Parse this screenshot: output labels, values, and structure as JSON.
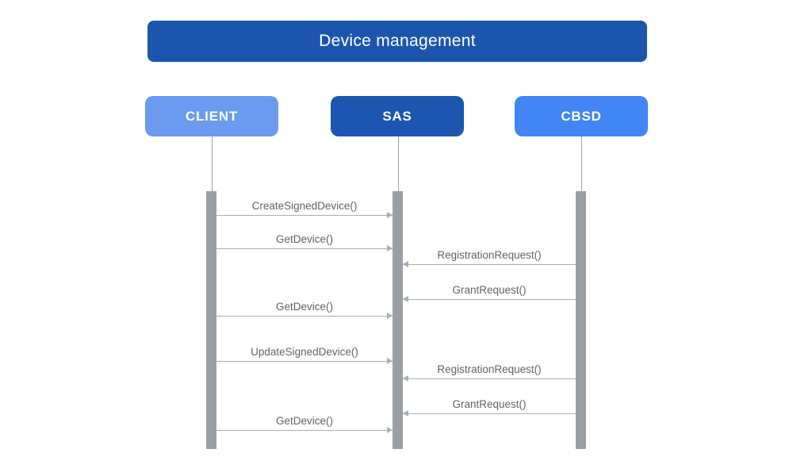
{
  "title": "Device management",
  "diagram_type": "sequence-diagram",
  "actors": [
    {
      "id": "client",
      "label": "CLIENT",
      "color": "#6b9bef"
    },
    {
      "id": "sas",
      "label": "SAS",
      "color": "#1d56b0"
    },
    {
      "id": "cbsd",
      "label": "CBSD",
      "color": "#4285f4"
    }
  ],
  "messages": [
    {
      "label": "CreateSignedDevice()",
      "from": "CLIENT",
      "to": "SAS",
      "direction": "right"
    },
    {
      "label": "GetDevice()",
      "from": "CLIENT",
      "to": "SAS",
      "direction": "right"
    },
    {
      "label": "RegistrationRequest()",
      "from": "CBSD",
      "to": "SAS",
      "direction": "left"
    },
    {
      "label": "GrantRequest()",
      "from": "CBSD",
      "to": "SAS",
      "direction": "left"
    },
    {
      "label": "GetDevice()",
      "from": "CLIENT",
      "to": "SAS",
      "direction": "right"
    },
    {
      "label": "UpdateSignedDevice()",
      "from": "CLIENT",
      "to": "SAS",
      "direction": "right"
    },
    {
      "label": "RegistrationRequest()",
      "from": "CBSD",
      "to": "SAS",
      "direction": "left"
    },
    {
      "label": "GrantRequest()",
      "from": "CBSD",
      "to": "SAS",
      "direction": "left"
    },
    {
      "label": "GetDevice()",
      "from": "CLIENT",
      "to": "SAS",
      "direction": "right"
    }
  ],
  "colors": {
    "title_bg": "#1d55ad",
    "client_bg": "#6b9bef",
    "sas_bg": "#1d56b0",
    "cbsd_bg": "#4285f4",
    "lifeline": "#9aa0a6",
    "arrow_line": "#a9aeb3",
    "message_text": "#5f6368",
    "background": "#ffffff"
  }
}
